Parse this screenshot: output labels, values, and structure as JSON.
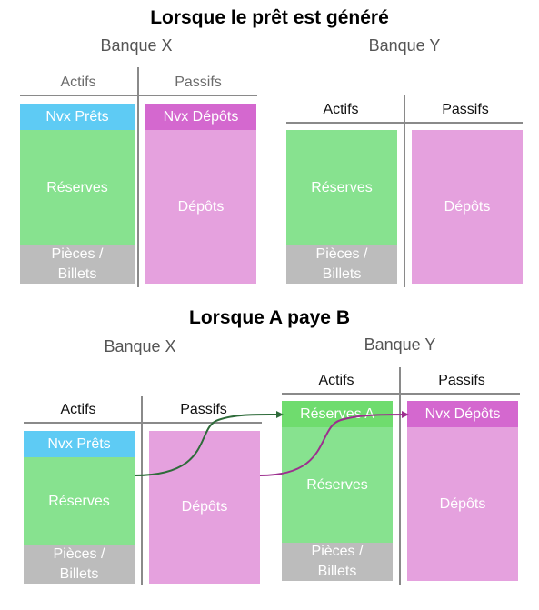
{
  "section1": {
    "title": "Lorsque le prêt est généré",
    "bank_x": {
      "name": "Banque X",
      "col_actifs": "Actifs",
      "col_passifs": "Passifs",
      "new_loans": "Nvx Prêts",
      "reserves": "Réserves",
      "coins_line1": "Pièces /",
      "coins_line2": "Billets",
      "new_deposits": "Nvx Dépôts",
      "deposits": "Dépôts"
    },
    "bank_y": {
      "name": "Banque Y",
      "col_actifs": "Actifs",
      "col_passifs": "Passifs",
      "reserves": "Réserves",
      "coins_line1": "Pièces /",
      "coins_line2": "Billets",
      "deposits": "Dépôts"
    }
  },
  "section2": {
    "title": "Lorsque A paye B",
    "bank_x": {
      "name": "Banque X",
      "col_actifs": "Actifs",
      "col_passifs": "Passifs",
      "new_loans": "Nvx Prêts",
      "reserves": "Réserves",
      "coins_line1": "Pièces /",
      "coins_line2": "Billets",
      "deposits": "Dépôts"
    },
    "bank_y": {
      "name": "Banque Y",
      "col_actifs": "Actifs",
      "col_passifs": "Passifs",
      "reserves_a": "Réserves A",
      "reserves": "Réserves",
      "coins_line1": "Pièces /",
      "coins_line2": "Billets",
      "new_deposits": "Nvx Dépôts",
      "deposits": "Dépôts"
    }
  },
  "colors": {
    "new_loans": "#5ecbf4",
    "reserves": "#87e28f",
    "coins": "#bcbcbc",
    "deposits": "#e5a1de",
    "new_deposits": "#d468cf",
    "arrow_reserves": "#2e6b3a",
    "arrow_deposits": "#9c2f8e"
  }
}
